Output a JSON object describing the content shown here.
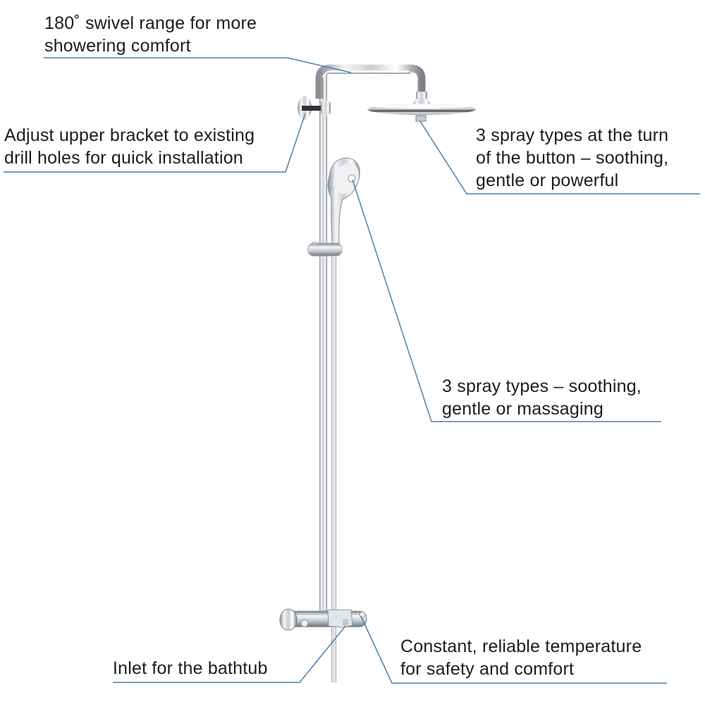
{
  "colors": {
    "callout_line": "#4a7fb0",
    "text": "#1c1c1c",
    "chrome_dark": "#6f7378",
    "chrome_light": "#e9ecef"
  },
  "callouts": [
    {
      "id": "swivel",
      "text": "180˚ swivel range for more\nshowering comfort",
      "target": "shower-arm"
    },
    {
      "id": "bracket",
      "text": "Adjust upper bracket to existing\ndrill holes for quick installation",
      "target": "upper-wall-bracket"
    },
    {
      "id": "head-spray",
      "text": "3 spray types at the turn\nof the button – soothing,\ngentle or powerful",
      "target": "head-shower-button"
    },
    {
      "id": "hand-spray",
      "text": "3 spray types – soothing,\ngentle or massaging",
      "target": "hand-shower-button"
    },
    {
      "id": "bath-inlet",
      "text": "Inlet for the bathtub",
      "target": "bath-spout"
    },
    {
      "id": "thermostat",
      "text": "Constant, reliable temperature\nfor safety and comfort",
      "target": "thermostat-handle"
    }
  ]
}
